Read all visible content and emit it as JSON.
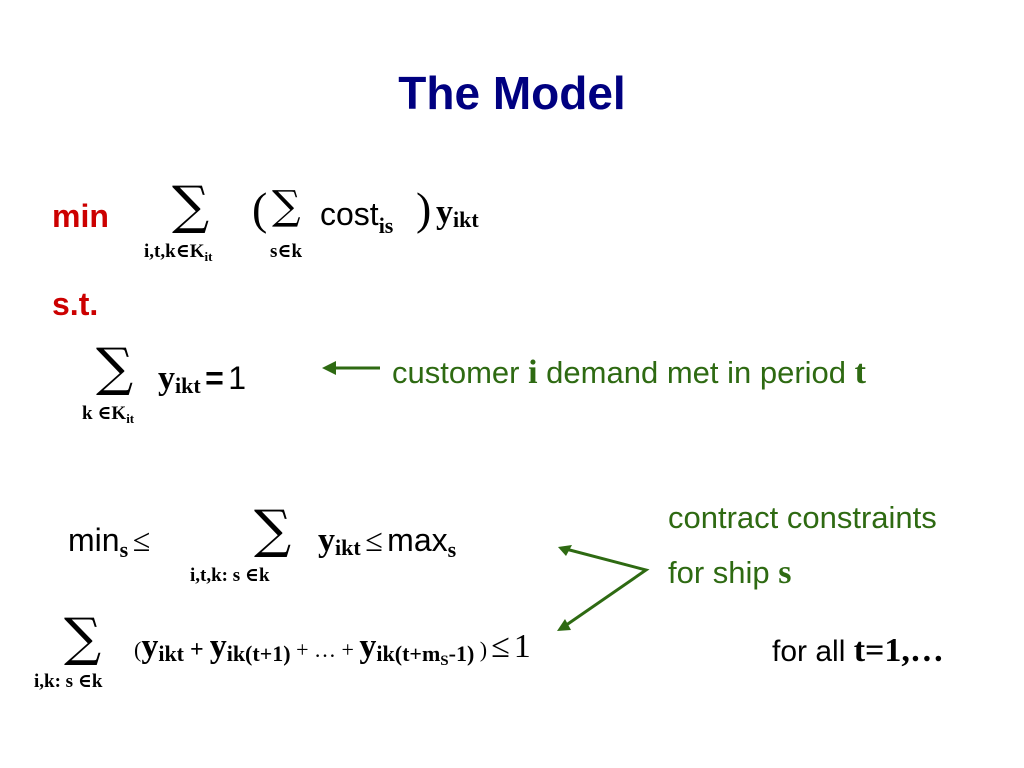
{
  "title": "The Model",
  "objective": {
    "keyword": "min",
    "sum_symbol": "∑",
    "outer_sum_sub_a": "i,t,k",
    "in_symbol": "∈",
    "outer_sum_sub_b": "K",
    "outer_sum_sub_c": "it",
    "open_paren": "(",
    "close_paren": ")",
    "inner_sum_sub": "s∈k",
    "cost_text": "cost",
    "cost_sub": "is",
    "y_var": "y",
    "y_sub": "ikt"
  },
  "st_label": "s.t.",
  "constraint1": {
    "sum_symbol": "∑",
    "sum_sub_a": "k ",
    "sum_sub_b": "K",
    "sum_sub_c": "it",
    "in_symbol": "∈",
    "y_var": "y",
    "y_sub": "ikt",
    "equals": "=",
    "rhs": "1",
    "note_prefix": "customer ",
    "note_i": "i",
    "note_middle": " demand met in period ",
    "note_t": "t"
  },
  "constraint2": {
    "min_text": "min",
    "min_sub": "s",
    "le1": "≤",
    "sum_symbol": "∑",
    "sum_sub": "i,t,k: s ∈k",
    "y_var": "y",
    "y_sub": "ikt",
    "le2": "≤",
    "max_text": "max",
    "max_sub": "s"
  },
  "contract_note": {
    "line1": "contract constraints",
    "line2_prefix": "for ship ",
    "line2_s": "s"
  },
  "constraint3": {
    "sum_symbol": "∑",
    "sum_sub": "i,k: s ∈k",
    "open_paren": "(",
    "y1": "y",
    "y1_sub": "ikt",
    "plus1": " + ",
    "y2": "y",
    "y2_sub": "ik(t+1)",
    "middle": " + … + ",
    "y3": "y",
    "y3_sub_a": "ik(t+m",
    "y3_sub_s": "S",
    "y3_sub_b": "-1)",
    "close_paren": " )",
    "le": "≤",
    "rhs": "1",
    "forall_prefix": "for all ",
    "forall_range": "t=1,…"
  },
  "colors": {
    "title": "#000080",
    "keyword": "#cc0000",
    "annotation": "#2e6a12"
  }
}
